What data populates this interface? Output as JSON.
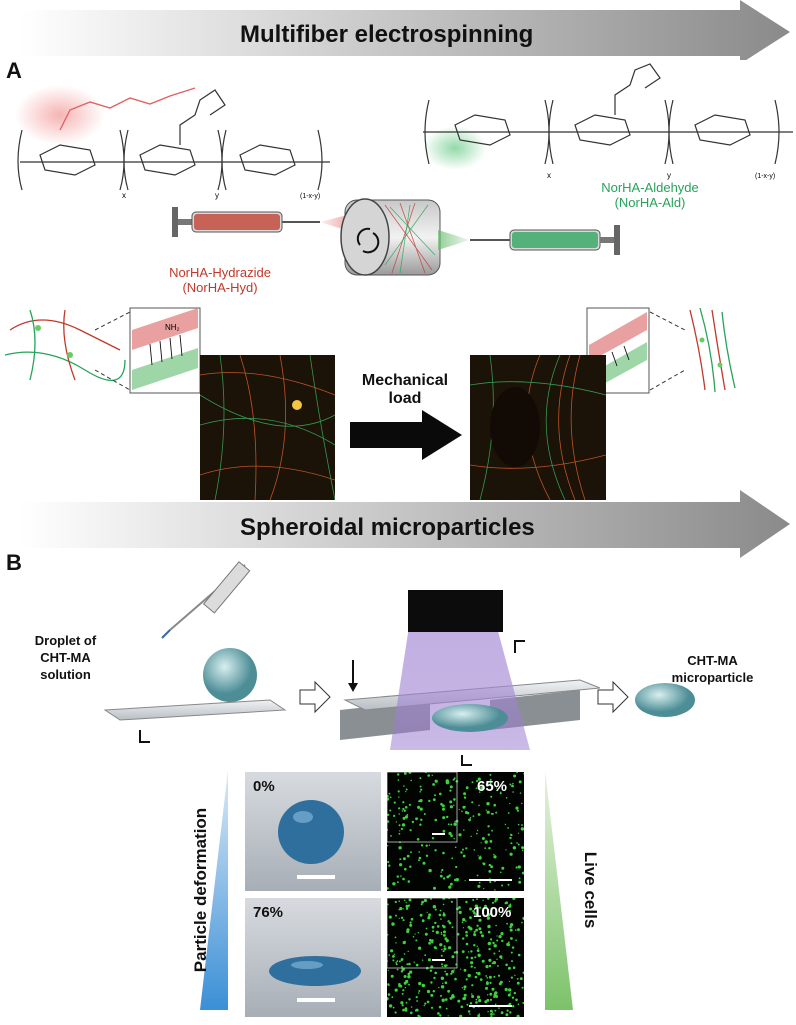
{
  "banners": {
    "top": "Multifiber electrospinning",
    "bottom": "Spheroidal microparticles"
  },
  "panels": {
    "a": "A",
    "b": "B"
  },
  "panel_a": {
    "hydrazide_label_line1": "NorHA-Hydrazide",
    "hydrazide_label_line2": "(NorHA-Hyd)",
    "aldehyde_label_line1": "NorHA-Aldehyde",
    "aldehyde_label_line2": "(NorHA-Ald)",
    "mechanical_load_line1": "Mechanical",
    "mechanical_load_line2": "load",
    "nh2_label": "NH₂",
    "subscript_x": "x",
    "subscript_y": "y",
    "subscript_rest": "(1-x-y)",
    "colors": {
      "hydrazide": "#c0392b",
      "aldehyde": "#27a35a"
    }
  },
  "panel_b": {
    "droplet_line1": "Droplet of",
    "droplet_line2": "CHT-MA",
    "droplet_line3": "solution",
    "microparticle_line1": "CHT-MA",
    "microparticle_line2": "microparticle",
    "particle_deformation": "Particle deformation",
    "live_cells": "Live cells",
    "photos": [
      {
        "deformation": "0%",
        "live": "65%"
      },
      {
        "deformation": "76%",
        "live": "100%"
      }
    ],
    "colors": {
      "deformation_wedge": "#3a8fd6",
      "live_wedge": "#7cc26a"
    }
  }
}
